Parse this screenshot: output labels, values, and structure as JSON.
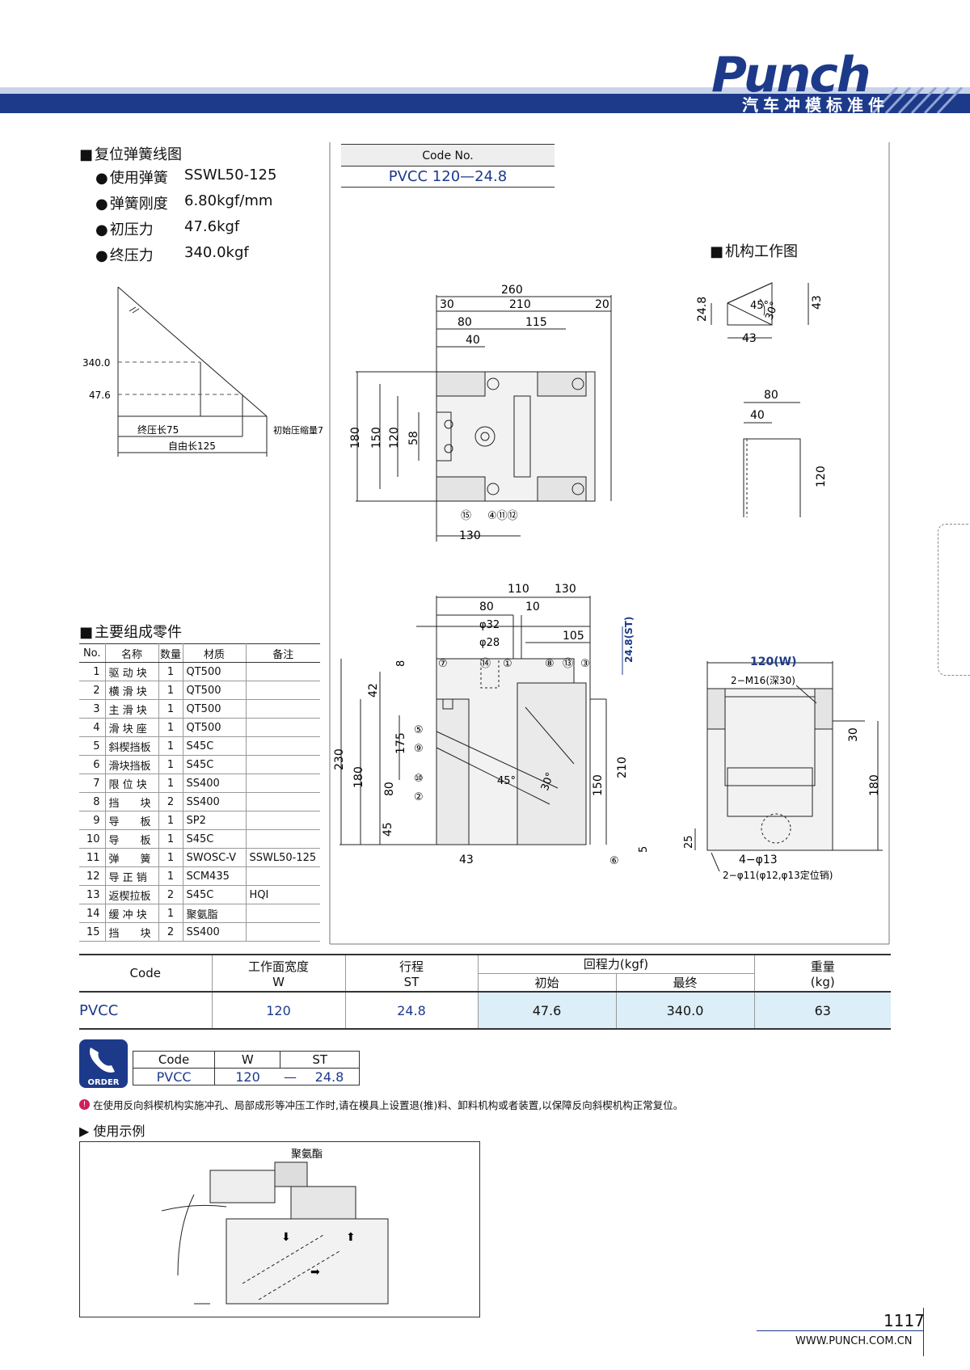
{
  "header": {
    "logo": "Punch",
    "subtitle": "汽车冲模标准件"
  },
  "spring": {
    "title": "复位弹簧线图",
    "rows": [
      {
        "label": "使用弹簧",
        "value": "SSWL50-125"
      },
      {
        "label": "弹簧刚度",
        "value": "6.80kgf/mm"
      },
      {
        "label": "初压力",
        "value": "47.6kgf"
      },
      {
        "label": "终压力",
        "value": "340.0kgf"
      }
    ],
    "chart": {
      "y_high": "340.0",
      "y_low": "47.6",
      "final_len": "终压长75",
      "init_comp": "初始压缩量7",
      "free_len": "自由长125"
    }
  },
  "code_box": {
    "header": "Code No.",
    "value": "PVCC 120—24.8"
  },
  "mechanism": {
    "title": "机构工作图",
    "d1": "24.8",
    "d2": "45°",
    "d3": "30°",
    "d4": "43",
    "d5": "43",
    "side_w": "80",
    "side_inner": "40",
    "side_h": "120"
  },
  "drawings": {
    "top_view": [
      "260",
      "30",
      "210",
      "20",
      "80",
      "115",
      "40",
      "180",
      "150",
      "120",
      "58",
      "130"
    ],
    "top_callouts": [
      "⑮",
      "④⑪⑫"
    ],
    "front_view": [
      "110",
      "130",
      "80",
      "10",
      "φ32",
      "φ28",
      "105",
      "8",
      "42",
      "175",
      "230",
      "180",
      "80",
      "45",
      "43",
      "5",
      "210",
      "150",
      "24.8(ST)"
    ],
    "front_callouts": [
      "⑦",
      "⑭",
      "①",
      "⑧",
      "⑬",
      "③",
      "⑤",
      "⑨",
      "⑩",
      "②",
      "⑥"
    ],
    "angles": [
      "45°",
      "30°"
    ],
    "end_view": [
      "120(W)",
      "2−M16(深30)",
      "30",
      "180",
      "25",
      "4−φ13",
      "2−φ11(φ12,φ13定位销)"
    ]
  },
  "parts": {
    "title": "主要组成零件",
    "headers": [
      "No.",
      "名称",
      "数量",
      "材质",
      "备注"
    ],
    "rows": [
      [
        "1",
        "驱 动 块",
        "1",
        "QT500",
        ""
      ],
      [
        "2",
        "横 滑 块",
        "1",
        "QT500",
        ""
      ],
      [
        "3",
        "主 滑 块",
        "1",
        "QT500",
        ""
      ],
      [
        "4",
        "滑 块 座",
        "1",
        "QT500",
        ""
      ],
      [
        "5",
        "斜楔挡板",
        "1",
        "S45C",
        ""
      ],
      [
        "6",
        "滑块挡板",
        "1",
        "S45C",
        ""
      ],
      [
        "7",
        "限 位 块",
        "1",
        "SS400",
        ""
      ],
      [
        "8",
        "挡　　块",
        "2",
        "SS400",
        ""
      ],
      [
        "9",
        "导　　板",
        "1",
        "SP2",
        ""
      ],
      [
        "10",
        "导　　板",
        "1",
        "S45C",
        ""
      ],
      [
        "11",
        "弹　　簧",
        "1",
        "SWOSC-V",
        "SSWL50-125"
      ],
      [
        "12",
        "导 正 销",
        "1",
        "SCM435",
        ""
      ],
      [
        "13",
        "返楔拉板",
        "2",
        "S45C",
        "HQI"
      ],
      [
        "14",
        "缓 冲 块",
        "1",
        "聚氨脂",
        ""
      ],
      [
        "15",
        "挡　　块",
        "2",
        "SS400",
        ""
      ]
    ]
  },
  "spec": {
    "h_code": "Code",
    "h_w": "工作面宽度",
    "h_w2": "W",
    "h_st": "行程",
    "h_st2": "ST",
    "h_force": "回程力(kgf)",
    "h_init": "初始",
    "h_final": "最终",
    "h_weight": "重量",
    "h_weight2": "(kg)",
    "code": "PVCC",
    "w": "120",
    "st": "24.8",
    "init": "47.6",
    "final": "340.0",
    "weight": "63"
  },
  "order": {
    "badge": "ORDER",
    "h_code": "Code",
    "h_w": "W",
    "h_st": "ST",
    "code": "PVCC",
    "w": "120",
    "dash": "—",
    "st": "24.8"
  },
  "notice": "在使用反向斜楔机构实施冲孔、局部成形等冲压工作时,请在模具上设置退(推)料、卸料机构或者装置,以保障反向斜楔机构正常复位。",
  "usage": {
    "title": "使用示例",
    "label": "聚氨酯"
  },
  "footer": {
    "page": "1117",
    "url": "WWW.PUNCH.COM.CN"
  }
}
